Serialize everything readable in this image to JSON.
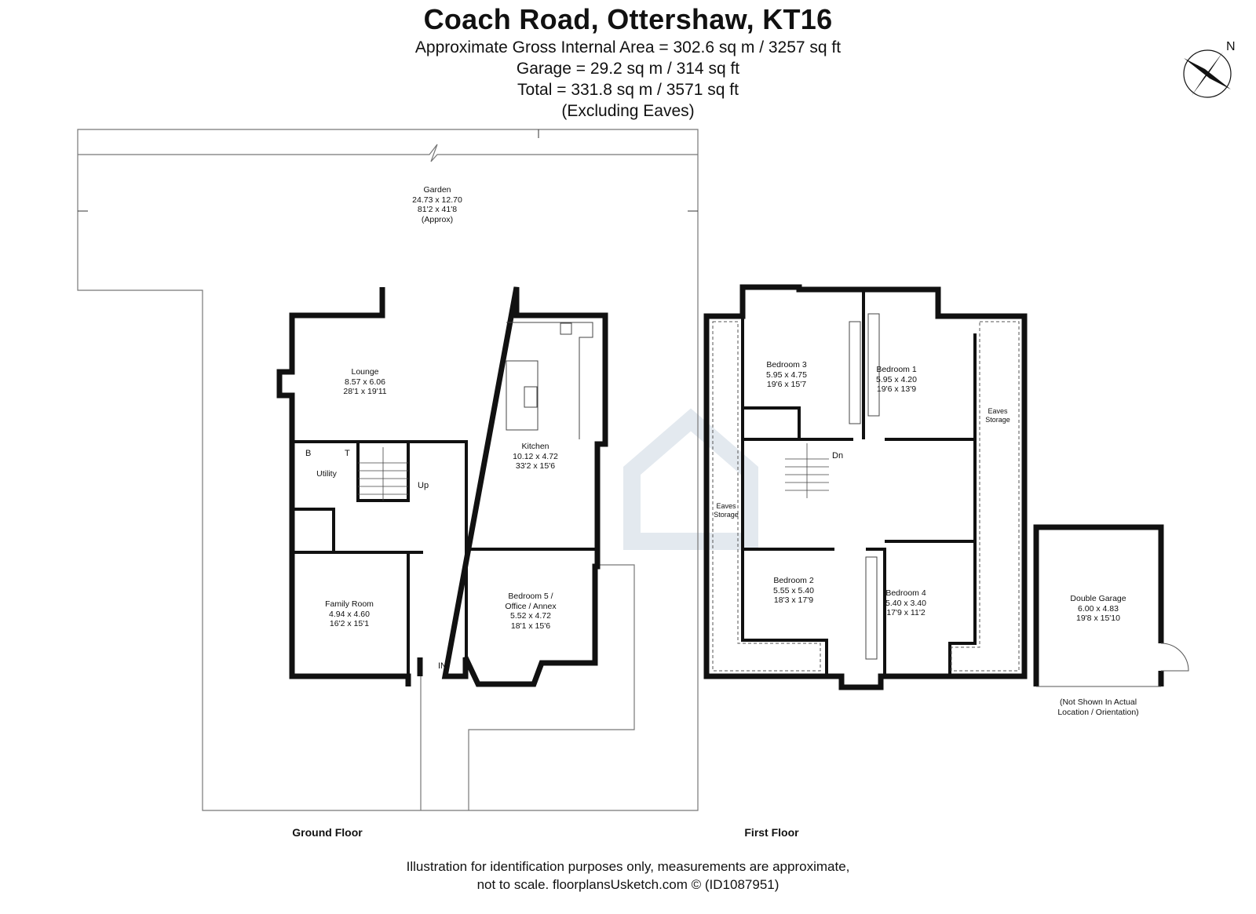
{
  "header": {
    "title": "Coach Road, Ottershaw, KT16",
    "line1": "Approximate Gross Internal Area = 302.6 sq m / 3257 sq ft",
    "line2": "Garage = 29.2 sq m / 314 sq ft",
    "line3": "Total = 331.8 sq m / 3571 sq ft",
    "line4": "(Excluding Eaves)"
  },
  "compass": {
    "label": "N"
  },
  "ground_floor": {
    "label": "Ground Floor",
    "garden": {
      "name": "Garden",
      "metric": "24.73 x 12.70",
      "imperial": "81'2 x 41'8",
      "note": "(Approx)"
    },
    "lounge": {
      "name": "Lounge",
      "metric": "8.57 x 6.06",
      "imperial": "28'1 x 19'11"
    },
    "kitchen": {
      "name": "Kitchen",
      "metric": "10.12 x 4.72",
      "imperial": "33'2 x 15'6"
    },
    "utility": {
      "name": "Utility"
    },
    "family_room": {
      "name": "Family Room",
      "metric": "4.94 x 4.60",
      "imperial": "16'2 x 15'1"
    },
    "bedroom5": {
      "name": "Bedroom 5 /",
      "name2": "Office / Annex",
      "metric": "5.52 x 4.72",
      "imperial": "18'1 x 15'6"
    },
    "stairs_label": "Up",
    "entrance_label": "IN",
    "tank_label": "T",
    "boiler_label": "B"
  },
  "first_floor": {
    "label": "First Floor",
    "bedroom1": {
      "name": "Bedroom 1",
      "metric": "5.95 x 4.20",
      "imperial": "19'6 x 13'9"
    },
    "bedroom2": {
      "name": "Bedroom 2",
      "metric": "5.55 x 5.40",
      "imperial": "18'3 x 17'9"
    },
    "bedroom3": {
      "name": "Bedroom 3",
      "metric": "5.95 x 4.75",
      "imperial": "19'6 x 15'7"
    },
    "bedroom4": {
      "name": "Bedroom 4",
      "metric": "5.40 x 3.40",
      "imperial": "17'9 x 11'2"
    },
    "eaves_left": {
      "l1": "Eaves",
      "l2": "Storage"
    },
    "eaves_right": {
      "l1": "Eaves",
      "l2": "Storage"
    },
    "stairs_label": "Dn"
  },
  "garage": {
    "name": "Double Garage",
    "metric": "6.00 x 4.83",
    "imperial": "19'8 x 15'10",
    "note1": "(Not Shown In Actual",
    "note2": "Location / Orientation)"
  },
  "footer": {
    "line1": "Illustration for identification purposes only, measurements are approximate,",
    "line2": "not to scale. floorplansUsketch.com © (ID1087951)"
  }
}
